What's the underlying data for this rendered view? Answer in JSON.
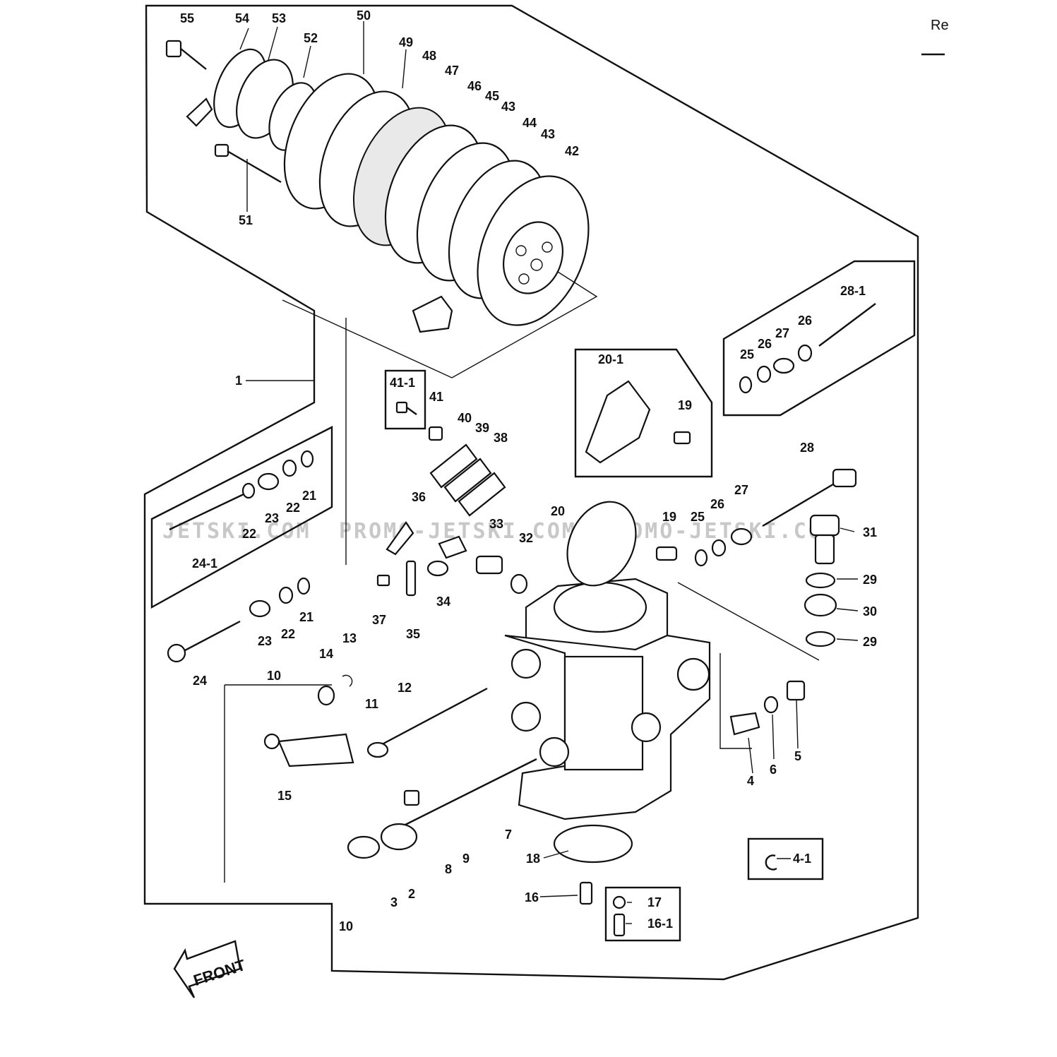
{
  "corner_text": "Re",
  "front_label": "FRONT",
  "watermark": "PROMO-JETSKI.COM",
  "labels": [
    "55",
    "54",
    "53",
    "52",
    "50",
    "49",
    "48",
    "47",
    "46",
    "45",
    "43",
    "44",
    "43",
    "42",
    "51",
    "1",
    "41-1",
    "41",
    "40",
    "39",
    "38",
    "36",
    "33",
    "32",
    "34",
    "37",
    "35",
    "20-1",
    "19",
    "28-1",
    "25",
    "26",
    "27",
    "26",
    "28",
    "20",
    "19",
    "25",
    "26",
    "27",
    "31",
    "29",
    "30",
    "29",
    "21",
    "22",
    "23",
    "22",
    "24-1",
    "21",
    "22",
    "23",
    "24",
    "14",
    "13",
    "10",
    "11",
    "12",
    "15",
    "4",
    "6",
    "5",
    "7",
    "9",
    "8",
    "2",
    "3",
    "10",
    "18",
    "16",
    "17",
    "16-1",
    "4-1"
  ]
}
